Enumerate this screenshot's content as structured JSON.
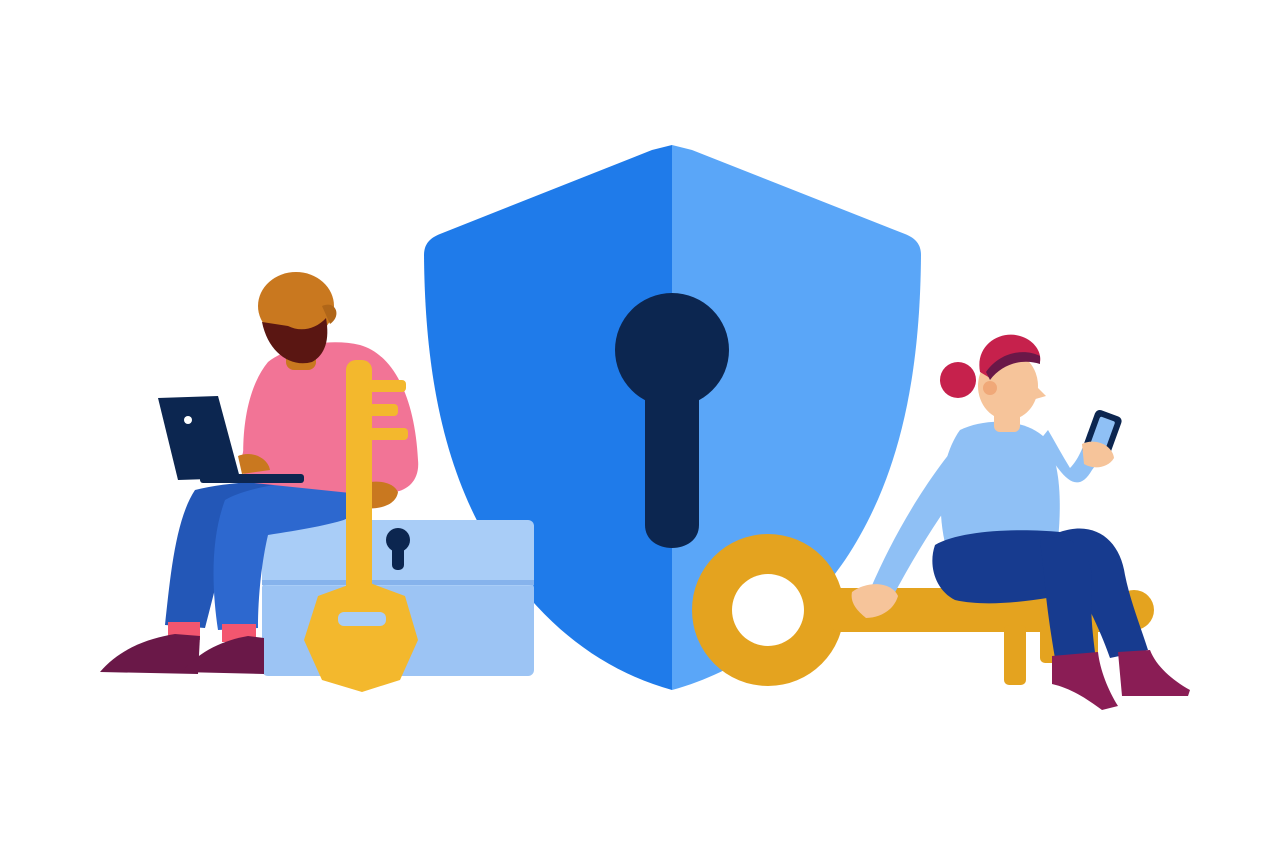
{
  "illustration": {
    "background_color": "#ffffff",
    "shield": {
      "icon": "shield-icon",
      "left_color": "#1f7bea",
      "right_color": "#5aa6f8",
      "keyhole_color": "#0c2650"
    },
    "chest": {
      "icon": "chest-icon",
      "lid_color": "#a9cdf7",
      "body_color": "#9cc4f4",
      "lock_color": "#0c2650"
    },
    "keys": [
      {
        "icon": "key-icon",
        "color": "#f3b82d",
        "orientation": "vertical"
      },
      {
        "icon": "key-icon",
        "color": "#e4a31f",
        "orientation": "horizontal"
      }
    ],
    "people": [
      {
        "icon": "person-icon",
        "role": "sitting on chest with laptop",
        "skin": "#c9781f",
        "shirt": "#f27496",
        "pants": "#2357b7",
        "shoes": "#6a1848",
        "device": "laptop-icon"
      },
      {
        "icon": "person-icon",
        "role": "sitting on key with phone",
        "skin": "#f6c49a",
        "hair": "#c6214c",
        "shirt": "#8fc0f5",
        "pants": "#173b8f",
        "shoes": "#8a1d55",
        "device": "phone-icon"
      }
    ]
  }
}
